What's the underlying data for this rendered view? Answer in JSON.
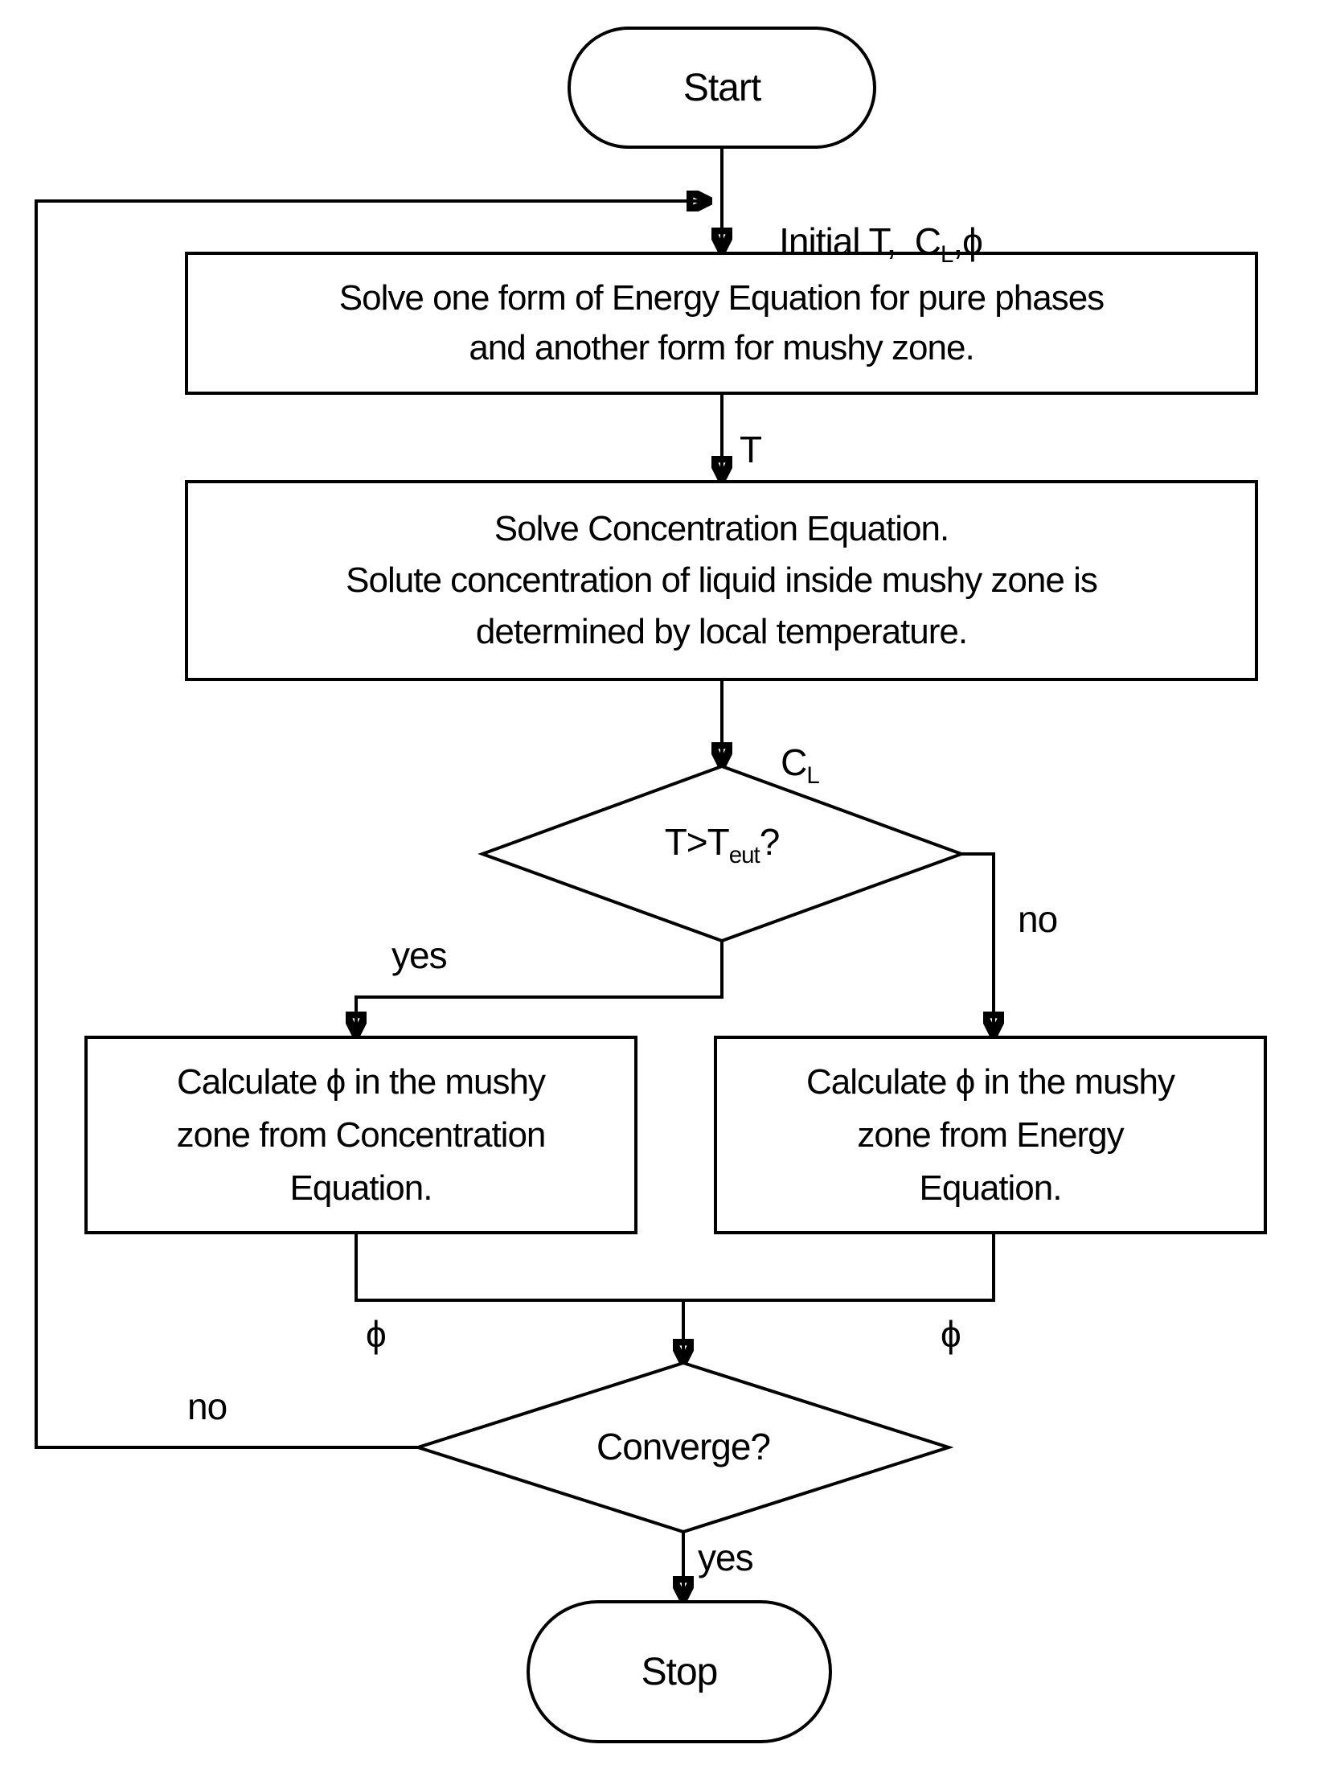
{
  "colors": {
    "stroke": "#000000",
    "background": "#ffffff"
  },
  "flowchart": {
    "start": {
      "label": "Start"
    },
    "energy_box": {
      "line1": "Solve one form of Energy Equation for pure phases",
      "line2": "and another form for mushy zone."
    },
    "concentration_box": {
      "line1": "Solve Concentration Equation.",
      "line2": "Solute concentration of liquid inside mushy zone is",
      "line3": "determined by local temperature."
    },
    "teut_decision": {
      "pre": "T>T",
      "sub": "eut",
      "post": "?"
    },
    "calc_concentration_box": {
      "line1": "Calculate ϕ in the mushy",
      "line2": "zone from Concentration",
      "line3": "Equation."
    },
    "calc_energy_box": {
      "line1": "Calculate ϕ in the mushy",
      "line2": "zone from Energy",
      "line3": "Equation."
    },
    "converge_decision": {
      "label": "Converge?"
    },
    "stop": {
      "label": "Stop"
    },
    "labels": {
      "initial_pre": "Initial T,  C",
      "initial_sub": "L",
      "initial_post": ",ϕ",
      "t": "T",
      "cl_pre": "C",
      "cl_sub": "L",
      "yes_teut": "yes",
      "no_teut": "no",
      "phi_left": "ϕ",
      "phi_right": "ϕ",
      "no_converge": "no",
      "yes_converge": "yes"
    }
  }
}
